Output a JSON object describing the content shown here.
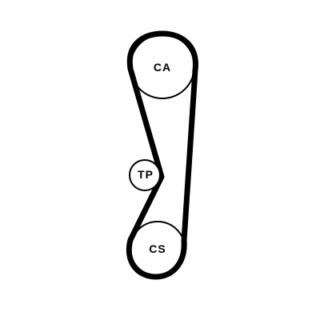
{
  "diagram": {
    "stroke_color": "#000000",
    "background_color": "#ffffff",
    "pulleys": [
      {
        "id": "ca",
        "label": "CA"
      },
      {
        "id": "tp",
        "label": "TP"
      },
      {
        "id": "cs",
        "label": "CS"
      }
    ]
  }
}
